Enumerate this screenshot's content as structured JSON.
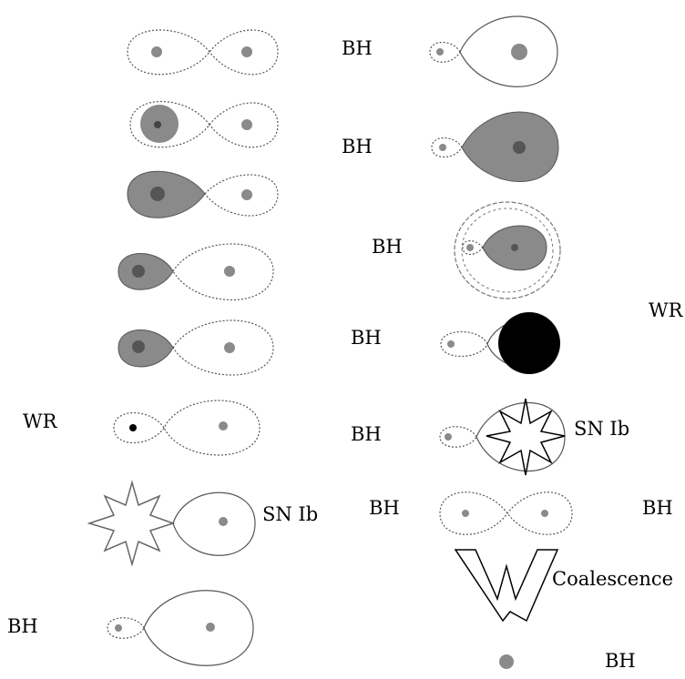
{
  "labels": {
    "left_wr": "WR",
    "left_sn": "SN Ib",
    "left_bh": "BH",
    "right_bh1": "BH",
    "right_bh2": "BH",
    "right_bh3": "BH",
    "right_wr": "WR",
    "right_bh4": "BH",
    "right_bh5": "BH",
    "right_sn": "SN Ib",
    "right_bh6": "BH",
    "right_bh6b": "BH",
    "right_coalescence": "Coalescence",
    "right_bh_final": "BH"
  },
  "colors": {
    "star_fill": "#8a8a8a",
    "wr_fill": "#000000",
    "outline": "#555555"
  }
}
